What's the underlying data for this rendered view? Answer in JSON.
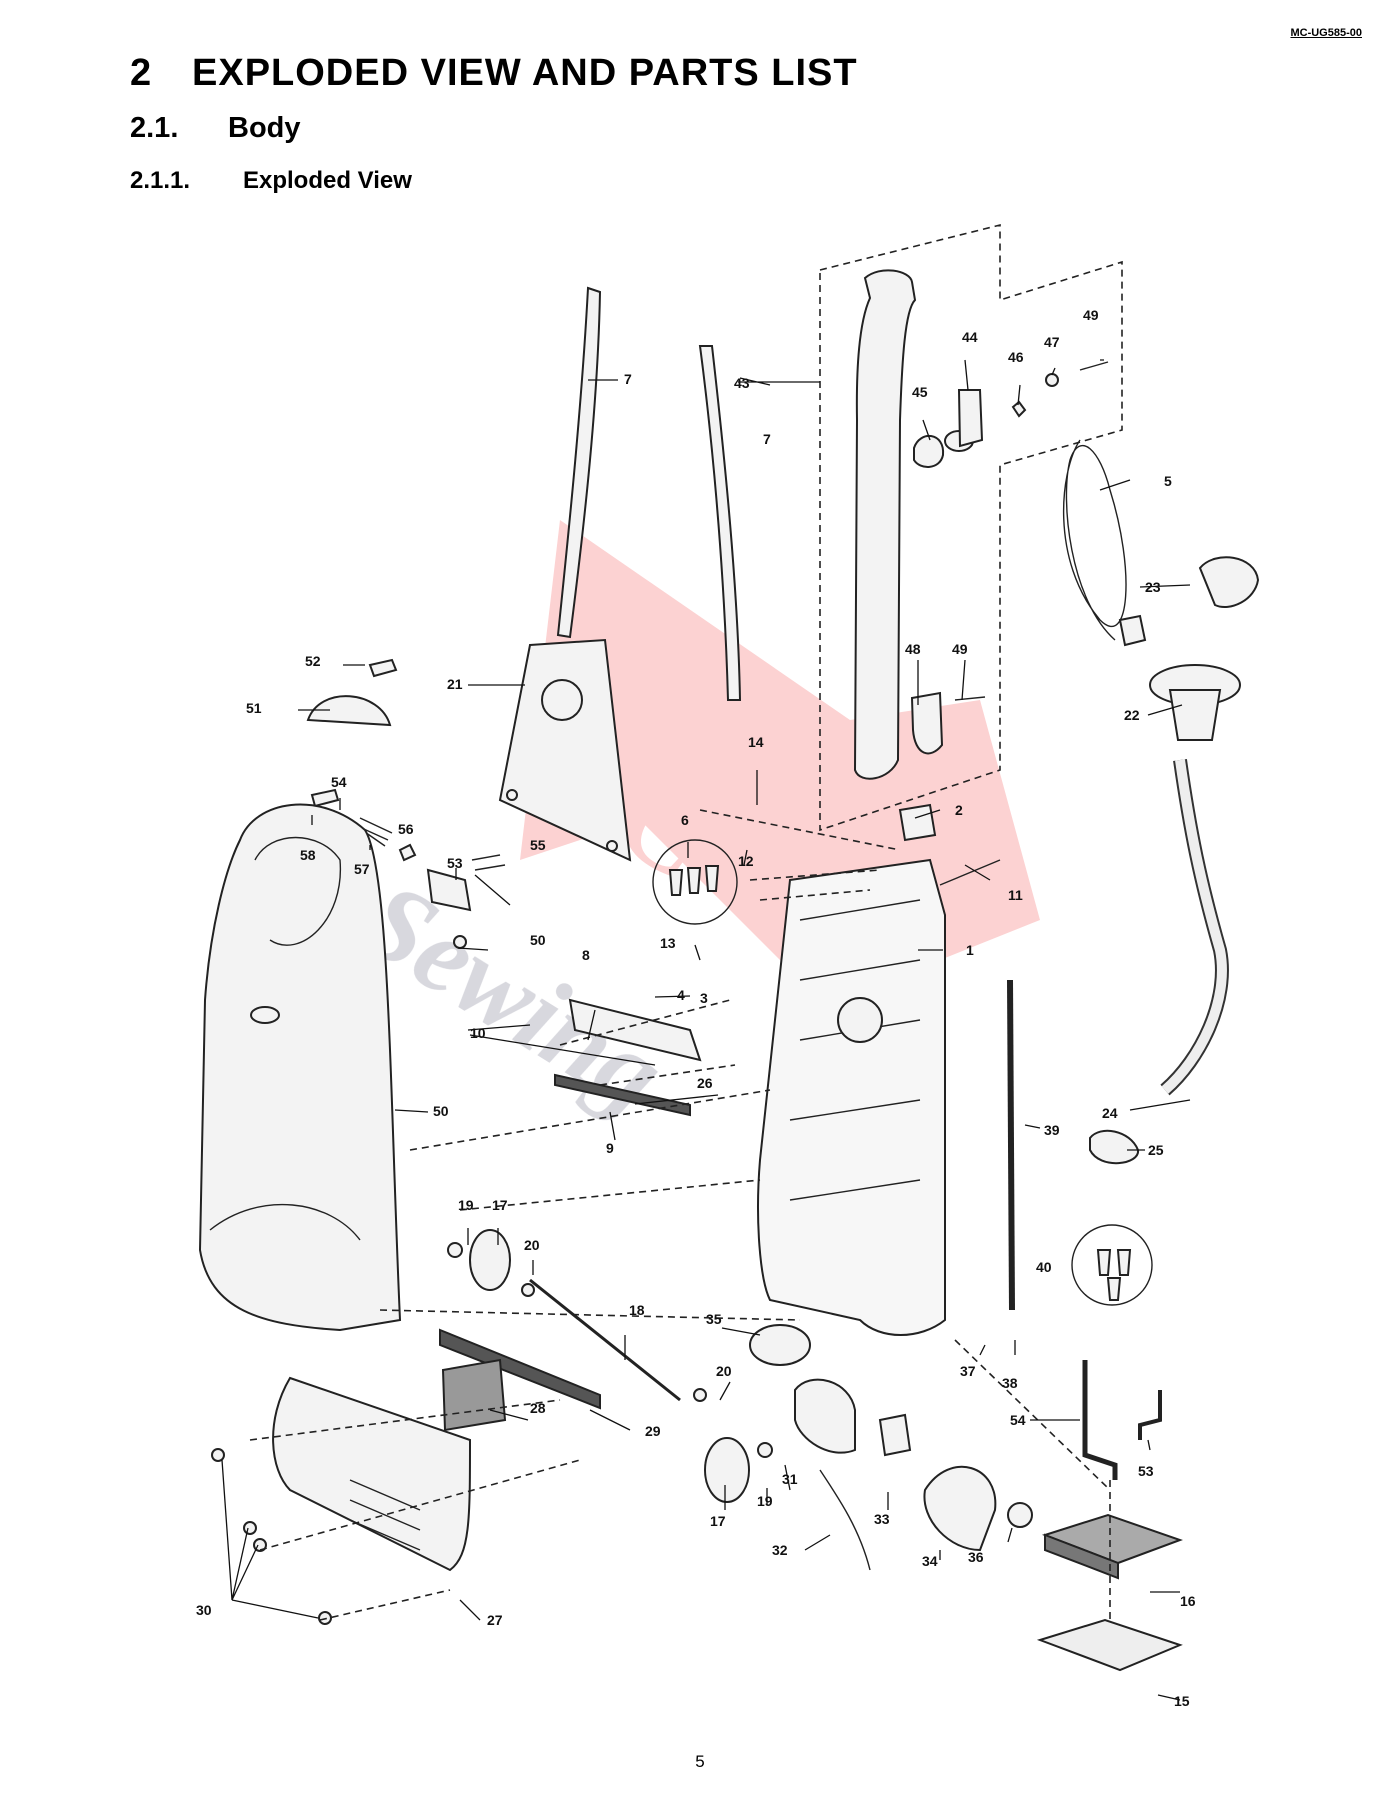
{
  "doc_id": "MC-UG585-00",
  "heading1": {
    "number": "2",
    "title": "EXPLODED VIEW AND PARTS LIST"
  },
  "heading2": {
    "number": "2.1.",
    "title": "Body"
  },
  "heading3": {
    "number": "2.1.1.",
    "title": "Exploded View"
  },
  "page_number": "5",
  "callouts": {
    "c7a": "7",
    "c7b": "7",
    "c43": "43",
    "c44": "44",
    "c46": "46",
    "c47": "47",
    "c49a": "49",
    "c45": "45",
    "c5": "5",
    "c23": "23",
    "c52": "52",
    "c51": "51",
    "c21": "21",
    "c48": "48",
    "c49b": "49",
    "c22": "22",
    "c14": "14",
    "c2": "2",
    "c54a": "54",
    "c58": "58",
    "c57": "57",
    "c56": "56",
    "c53a": "53",
    "c55": "55",
    "c6": "6",
    "c12": "12",
    "c11": "11",
    "c24": "24",
    "c50a": "50",
    "c13": "13",
    "c8": "8",
    "c1": "1",
    "c3": "3",
    "c4": "4",
    "c10": "10",
    "c26": "26",
    "c50b": "50",
    "c9": "9",
    "c25": "25",
    "c39": "39",
    "c19a": "19",
    "c17a": "17",
    "c20a": "20",
    "c40": "40",
    "c18": "18",
    "c35": "35",
    "c37": "37",
    "c38": "38",
    "c28": "28",
    "c20b": "20",
    "c29": "29",
    "c31": "31",
    "c54b": "54",
    "c53b": "53",
    "c17b": "17",
    "c19b": "19",
    "c33": "33",
    "c36": "36",
    "c32": "32",
    "c34": "34",
    "c16": "16",
    "c30": "30",
    "c27": "27",
    "c15": "15"
  }
}
